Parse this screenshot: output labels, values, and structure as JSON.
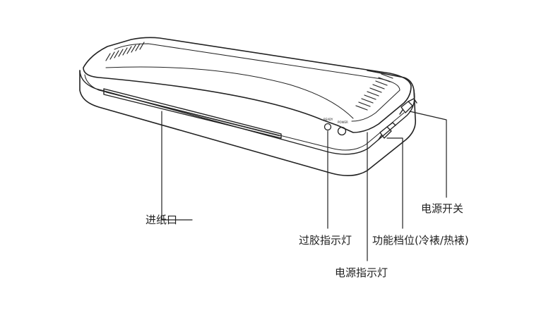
{
  "labels": {
    "paper_inlet": "进纸口",
    "laminating_indicator": "过胶指示灯",
    "function_mode": "功能档位(冷裱/热裱)",
    "power_switch": "电源开关",
    "power_indicator": "电源指示灯"
  },
  "colors": {
    "stroke": "#222222",
    "background": "#ffffff"
  }
}
